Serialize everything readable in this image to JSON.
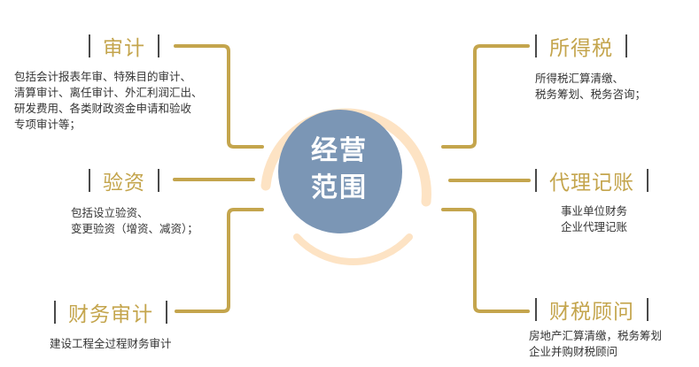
{
  "center": {
    "line1": "经营",
    "line2": "范围",
    "circle_color": "#7b96b5",
    "arc_color": "#fde3c4"
  },
  "colors": {
    "accent_gold": "#c4a54d",
    "bar_dark": "#4a4a4a",
    "text": "#333333"
  },
  "nodes": {
    "audit": {
      "title": "审计",
      "description": "包括会计报表年审、特殊目的审计、\n清算审计、离任审计、外汇利润汇出、\n研发费用、各类财政资金申请和验收\n专项审计等；"
    },
    "capital_verification": {
      "title": "验资",
      "description": "包括设立验资、\n变更验资（增资、减资）；"
    },
    "financial_audit": {
      "title": "财务审计",
      "description": "建设工程全过程财务审计"
    },
    "income_tax": {
      "title": "所得税",
      "description": "所得税汇算清缴、\n税务筹划、税务咨询；"
    },
    "bookkeeping": {
      "title": "代理记账",
      "description": "事业单位财务\n企业代理记账"
    },
    "tax_consulting": {
      "title": "财税顾问",
      "description": "房地产汇算清缴，税务筹划\n企业并购财税顾问"
    }
  }
}
